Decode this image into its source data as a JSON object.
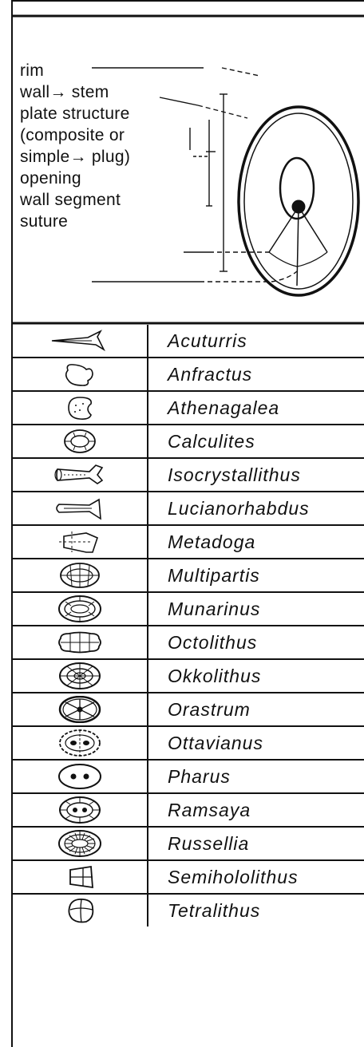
{
  "diagram": {
    "labels": [
      {
        "id": "rim",
        "text": "rim"
      },
      {
        "id": "wall",
        "text": "wall→ stem"
      },
      {
        "id": "plate",
        "text": "plate structure"
      },
      {
        "id": "composite",
        "text": "(composite or"
      },
      {
        "id": "simple",
        "text": "simple→ plug)"
      },
      {
        "id": "opening",
        "text": "opening"
      },
      {
        "id": "segment",
        "text": "wall segment"
      },
      {
        "id": "suture",
        "text": "suture"
      }
    ]
  },
  "table": {
    "rows": [
      {
        "name": "Acuturris",
        "icon": "acuturris-icon"
      },
      {
        "name": "Anfractus",
        "icon": "anfractus-icon"
      },
      {
        "name": "Athenagalea",
        "icon": "athenagalea-icon"
      },
      {
        "name": "Calculites",
        "icon": "calculites-icon"
      },
      {
        "name": "Isocrystallithus",
        "icon": "isocrystallithus-icon"
      },
      {
        "name": "Lucianorhabdus",
        "icon": "lucianorhabdus-icon"
      },
      {
        "name": "Metadoga",
        "icon": "metadoga-icon"
      },
      {
        "name": "Multipartis",
        "icon": "multipartis-icon"
      },
      {
        "name": "Munarinus",
        "icon": "munarinus-icon"
      },
      {
        "name": "Octolithus",
        "icon": "octolithus-icon"
      },
      {
        "name": "Okkolithus",
        "icon": "okkolithus-icon"
      },
      {
        "name": "Orastrum",
        "icon": "orastrum-icon"
      },
      {
        "name": "Ottavianus",
        "icon": "ottavianus-icon"
      },
      {
        "name": "Pharus",
        "icon": "pharus-icon"
      },
      {
        "name": "Ramsaya",
        "icon": "ramsaya-icon"
      },
      {
        "name": "Russellia",
        "icon": "russellia-icon"
      },
      {
        "name": "Semihololithus",
        "icon": "semihololithus-icon"
      },
      {
        "name": "Tetralithus",
        "icon": "tetralithus-icon"
      }
    ]
  }
}
